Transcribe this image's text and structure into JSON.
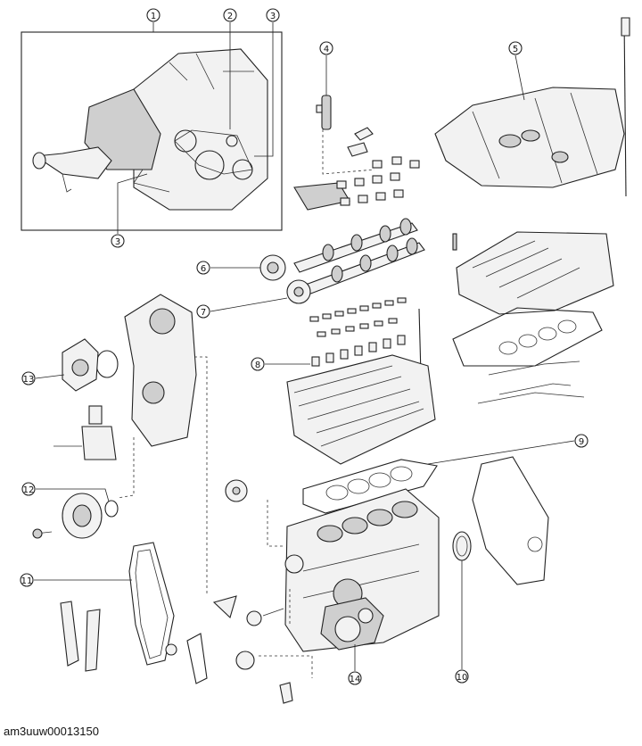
{
  "diagram": {
    "callouts": [
      {
        "id": "c1",
        "number": "1"
      },
      {
        "id": "c2",
        "number": "2"
      },
      {
        "id": "c3a",
        "number": "3"
      },
      {
        "id": "c3b",
        "number": "3"
      },
      {
        "id": "c4",
        "number": "4"
      },
      {
        "id": "c5",
        "number": "5"
      },
      {
        "id": "c6",
        "number": "6"
      },
      {
        "id": "c7",
        "number": "7"
      },
      {
        "id": "c8",
        "number": "8"
      },
      {
        "id": "c9",
        "number": "9"
      },
      {
        "id": "c10",
        "number": "10"
      },
      {
        "id": "c11",
        "number": "11"
      },
      {
        "id": "c12",
        "number": "12"
      },
      {
        "id": "c13",
        "number": "13"
      },
      {
        "id": "c14",
        "number": "14"
      }
    ],
    "caption": "am3uuw00013150"
  }
}
